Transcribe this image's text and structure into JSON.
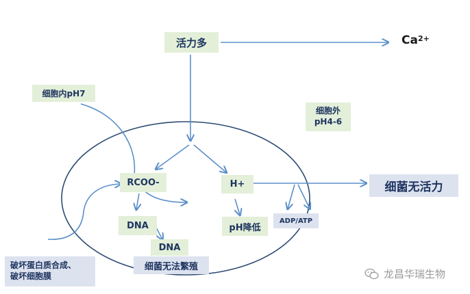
{
  "nodes": {
    "activity_high": "活力多",
    "calcium": "Ca",
    "calcium_charge": "2+",
    "intracellular_ph": "细胞内pH7",
    "extracellular_ph_line1": "细胞外",
    "extracellular_ph_line2": "pH4-6",
    "carboxylate": "RCOO-",
    "proton": "H+",
    "bacteria_inactive": "细菌无活力",
    "dna": "DNA",
    "dna_damaged": "DNA",
    "ph_decrease": "pH降低",
    "adp_atp": "ADP/ATP",
    "bacteria_no_reproduction": "细菌无法繁殖",
    "damage_line1": "破坏蛋白质合成、",
    "damage_line2": "破坏细胞膜"
  },
  "watermark": "龙昌华瑞生物",
  "colors": {
    "arrow": "#5b8fc9",
    "cell_outline": "#2c4a72",
    "green_box": "#e3efd8",
    "blue_box": "#dde2ef",
    "text": "#1e3560",
    "cross": "#e2201c"
  }
}
